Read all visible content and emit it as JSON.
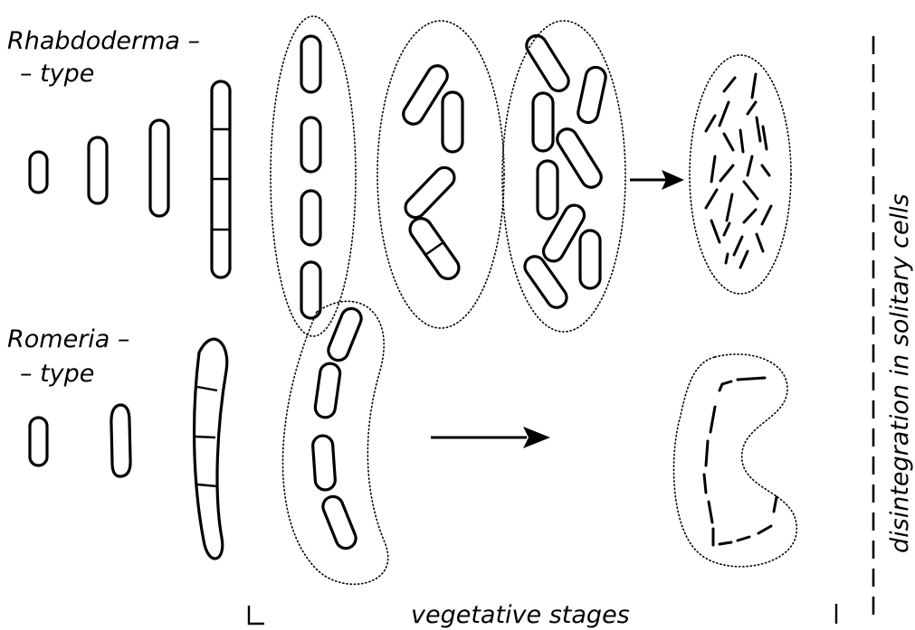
{
  "figure": {
    "rhabdoderma_label_line1": "Rhabdoderma –",
    "rhabdoderma_label_line2": "– type",
    "romeria_label_line1": "Romeria –",
    "romeria_label_line2": "– type",
    "bottom_label": "vegetative stages",
    "side_label": "disintegration in solitary cells"
  }
}
